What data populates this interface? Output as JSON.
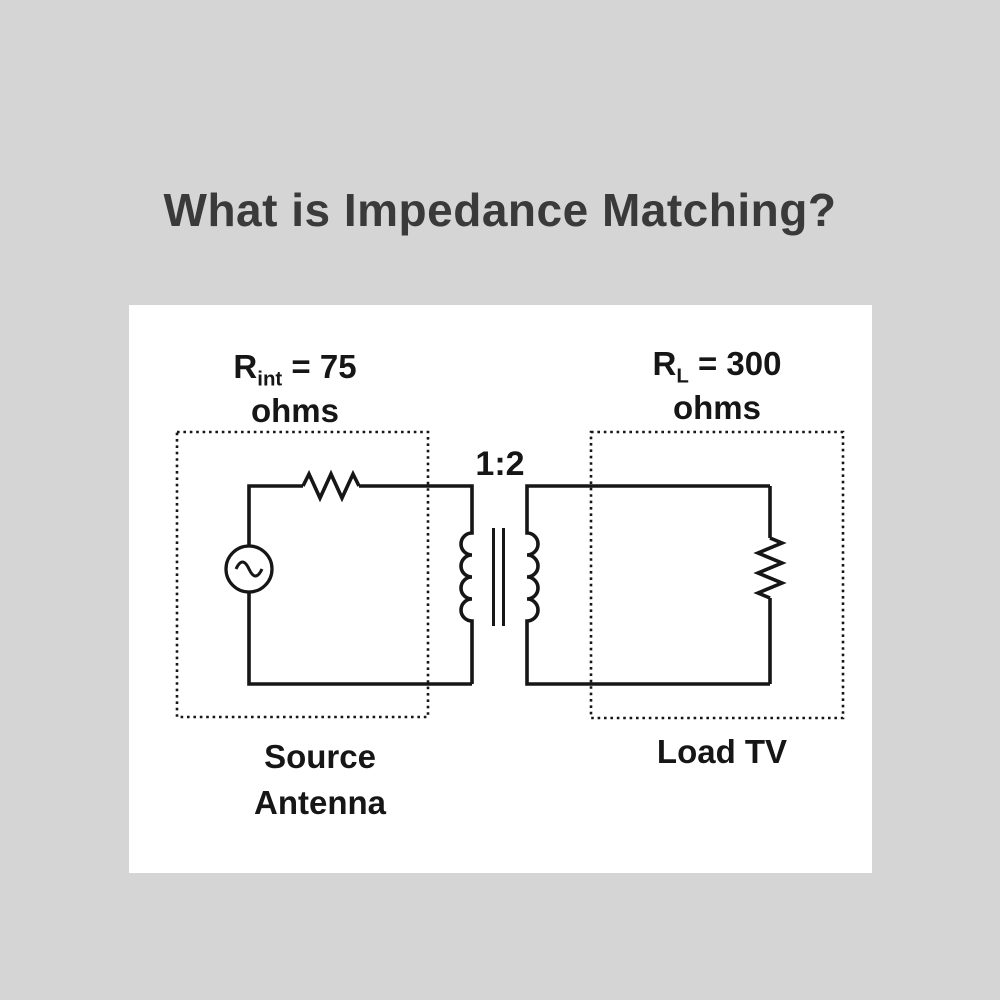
{
  "title": "What is Impedance Matching?",
  "colors": {
    "background": "#d5d5d5",
    "panel": "#ffffff",
    "ink": "#161616",
    "title_ink": "#3a3a3a"
  },
  "diagram": {
    "source_label": {
      "base": "R",
      "sub": "int",
      "rest": " = 75",
      "unit": "ohms"
    },
    "load_label": {
      "base": "R",
      "sub": "L",
      "rest": " = 300",
      "unit": "ohms"
    },
    "transformer_ratio": "1:2",
    "source_caption_line1": "Source",
    "source_caption_line2": "Antenna",
    "load_caption": "Load TV",
    "icons": [
      "ac-source-icon",
      "source-series-resistor-icon",
      "transformer-primary-coil-icon",
      "transformer-core-icon",
      "transformer-secondary-coil-icon",
      "load-resistor-icon",
      "source-boundary-box",
      "load-boundary-box"
    ]
  }
}
